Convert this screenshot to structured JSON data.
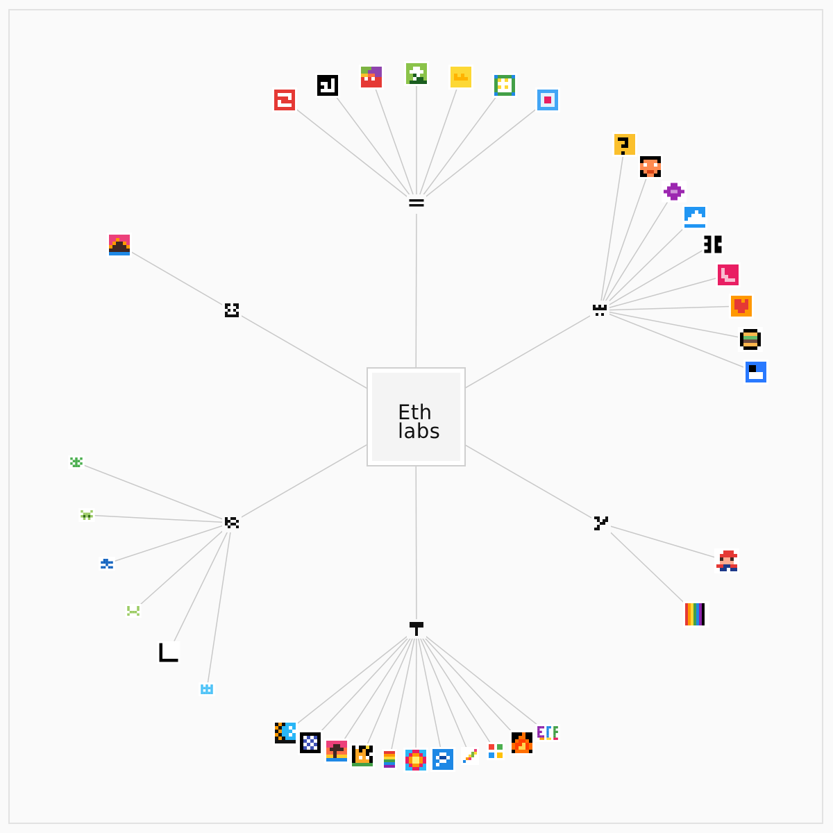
{
  "center": {
    "line1": "Eth",
    "line2": "labs"
  },
  "colors": {
    "background": "#fafafa",
    "edge": "#c8c8c8",
    "frame": "#e2e2e2",
    "hub": "#111111"
  },
  "hubs": [
    {
      "name": "hub-top",
      "icon": "equals-glyph",
      "children": [
        "red-scroll-art",
        "black-number-art",
        "rainbow-gradient-art",
        "green-arrow-art",
        "yellow-crown-art",
        "blue-window-art",
        "blue-heart-frame-art"
      ]
    },
    {
      "name": "hub-right",
      "icon": "castle-glyph",
      "children": [
        "question-block-art",
        "pixel-face-art",
        "purple-gem-art",
        "blue-sky-art",
        "qr-glyph-art",
        "pink-curve-art",
        "orange-heart-art",
        "burger-art",
        "blue-square-art"
      ]
    },
    {
      "name": "hub-lower-right",
      "icon": "branch-glyph",
      "children": [
        "mario-sprite-art",
        "rainbow-stripes-art"
      ]
    },
    {
      "name": "hub-bottom",
      "icon": "hammer-glyph",
      "children": [
        "blue-moon-art",
        "black-grid-art",
        "sunset-island-art",
        "cat-night-art",
        "rainbow-bars-art",
        "prism-diamond-art",
        "blue-eye-art",
        "pencil-art",
        "window-tiles-art",
        "flame-art",
        "eth-rainbow-text-art"
      ]
    },
    {
      "name": "hub-left",
      "icon": "dashes-glyph",
      "children": [
        "green-alien-art",
        "lime-invader-art",
        "blue-figure-art",
        "lime-creeper-art",
        "black-corner-art",
        "cyan-ghost-art"
      ]
    },
    {
      "name": "hub-upper-left",
      "icon": "smiley-glyph",
      "children": [
        "sunset-mountain-art"
      ]
    }
  ]
}
